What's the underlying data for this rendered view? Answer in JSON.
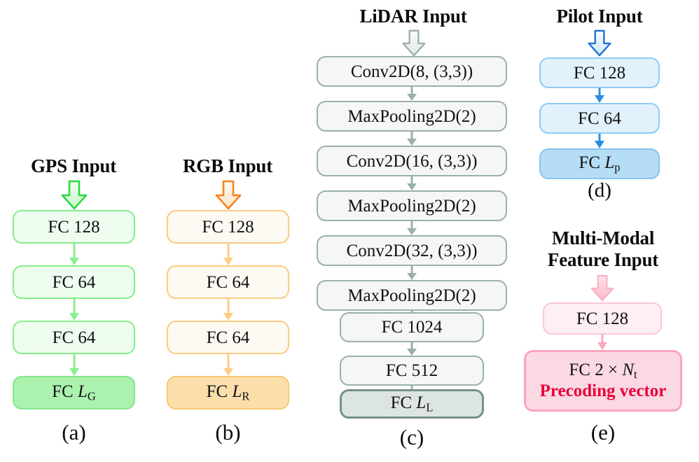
{
  "figure": {
    "type": "diagram",
    "subtype": "neural-network-architecture",
    "background": "#ffffff",
    "panels": [
      "(a)",
      "(b)",
      "(c)",
      "(d)",
      "(e)"
    ]
  },
  "panel_a": {
    "id": "gps",
    "title": "GPS Input",
    "label": "(a)",
    "accent": "#5fe06a",
    "arrow_icon": "down-block-arrow-icon",
    "layers": [
      {
        "text": "FC 128",
        "style": "light"
      },
      {
        "text": "FC 64",
        "style": "light"
      },
      {
        "text": "FC 64",
        "style": "light"
      },
      {
        "text": "FC L_G",
        "prefix": "FC ",
        "var": "L",
        "sub": "G",
        "style": "solid"
      }
    ]
  },
  "panel_b": {
    "id": "rgb",
    "title": "RGB Input",
    "label": "(b)",
    "accent": "#f59022",
    "arrow_icon": "down-block-arrow-icon",
    "layers": [
      {
        "text": "FC 128",
        "style": "light"
      },
      {
        "text": "FC 64",
        "style": "light"
      },
      {
        "text": "FC 64",
        "style": "light"
      },
      {
        "text": "FC L_R",
        "prefix": "FC ",
        "var": "L",
        "sub": "R",
        "style": "solid"
      }
    ]
  },
  "panel_c": {
    "id": "lidar",
    "title": "LiDAR Input",
    "label": "(c)",
    "accent": "#9ab0ab",
    "arrow_icon": "down-block-arrow-icon",
    "layers": [
      {
        "text": "Conv2D(8, (3,3))",
        "style": "light",
        "width": "wide"
      },
      {
        "text": "MaxPooling2D(2)",
        "style": "light",
        "width": "wide"
      },
      {
        "text": "Conv2D(16, (3,3))",
        "style": "light",
        "width": "wide"
      },
      {
        "text": "MaxPooling2D(2)",
        "style": "light",
        "width": "wide"
      },
      {
        "text": "Conv2D(32, (3,3))",
        "style": "light",
        "width": "wide"
      },
      {
        "text": "MaxPooling2D(2)",
        "style": "light",
        "width": "wide"
      },
      {
        "text": "FC 1024",
        "style": "light",
        "width": "narrow"
      },
      {
        "text": "FC 512",
        "style": "light",
        "width": "narrow"
      },
      {
        "text": "FC L_L",
        "prefix": "FC ",
        "var": "L",
        "sub": "L",
        "style": "solid",
        "width": "narrow"
      }
    ]
  },
  "panel_d": {
    "id": "pilot",
    "title": "Pilot Input",
    "label": "(d)",
    "accent": "#2a8fe0",
    "arrow_icon": "down-block-arrow-icon",
    "layers": [
      {
        "text": "FC 128",
        "style": "light"
      },
      {
        "text": "FC 64",
        "style": "light"
      },
      {
        "text": "FC L_p",
        "prefix": "FC ",
        "var": "L",
        "sub": "p",
        "style": "solid"
      }
    ]
  },
  "panel_e": {
    "id": "multimodal",
    "title_line1": "Multi-Modal",
    "title_line2": "Feature Input",
    "label": "(e)",
    "accent": "#f9a7bd",
    "arrow_icon": "down-block-arrow-icon",
    "layers": [
      {
        "text": "FC 128",
        "style": "light"
      },
      {
        "text": "FC 2 x N_t",
        "prefix": "FC 2 × ",
        "var": "N",
        "sub": "t",
        "secondary": "Precoding vector",
        "secondary_color": "#e8003c",
        "style": "solid"
      }
    ]
  }
}
